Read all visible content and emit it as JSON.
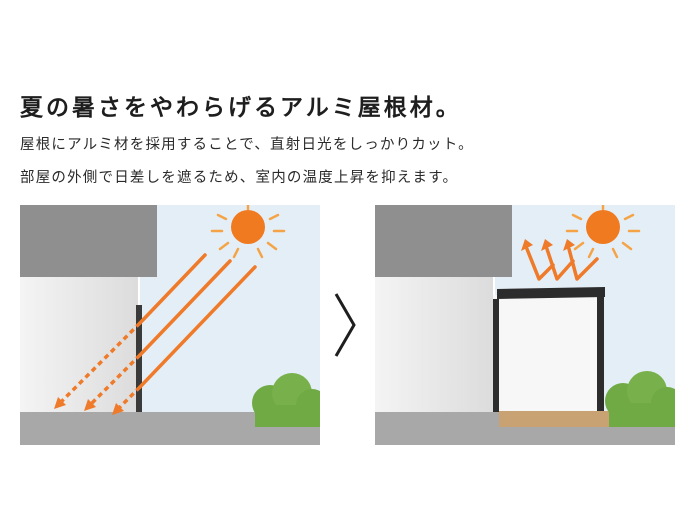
{
  "heading": "夏の暑さをやわらげるアルミ屋根材。",
  "description": {
    "line1": "屋根にアルミ材を採用することで、直射日光をしっかりカット。",
    "line2": "部屋の外側で日差しを遮るため、室内の温度上昇を抑えます。"
  },
  "colors": {
    "sun": "#f07a1f",
    "ray": "#ee7a2a",
    "sky": "#e4eef6",
    "wall": "#8f8f8f",
    "ground": "#a8a8a8",
    "deck": "#c9a274",
    "tree": "#6faa44"
  },
  "arrow_icon": "chevron-right-icon"
}
